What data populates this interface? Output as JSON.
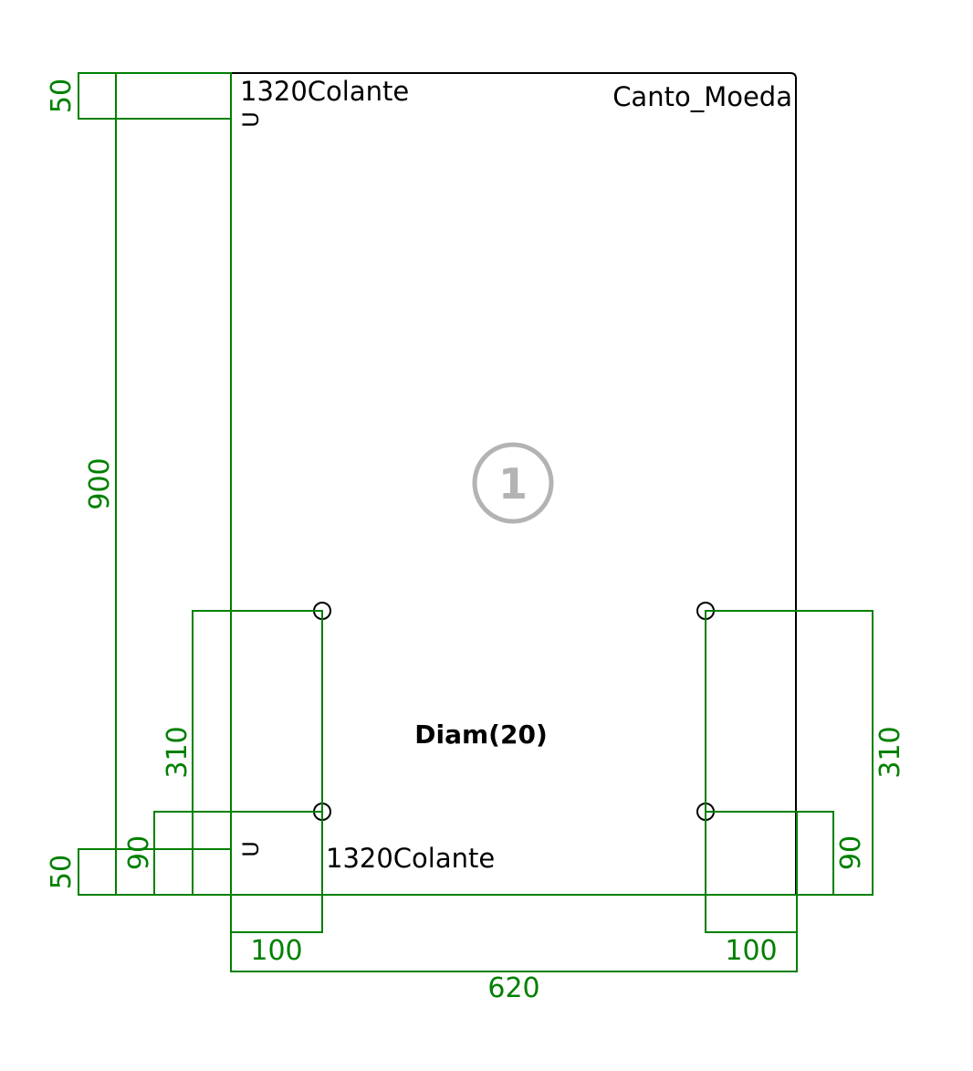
{
  "panel": {
    "part_number": "1",
    "edge_top_left": "1320Colante",
    "edge_bottom": "1320Colante",
    "edge_profile": "Canto_Moeda",
    "edge_symbol": "U",
    "hole_label": "Diam(20)"
  },
  "dimensions": {
    "height": "900",
    "width": "620",
    "top_offset": "50",
    "bottom_offset": "50",
    "left_hole_vertical_upper": "310",
    "left_hole_vertical_lower": "90",
    "right_hole_vertical_upper": "310",
    "right_hole_vertical_lower": "90",
    "left_hole_horizontal": "100",
    "right_hole_horizontal": "100"
  },
  "colors": {
    "outline": "#000000",
    "dimension": "#008000",
    "badge": "#b3b3b3"
  }
}
